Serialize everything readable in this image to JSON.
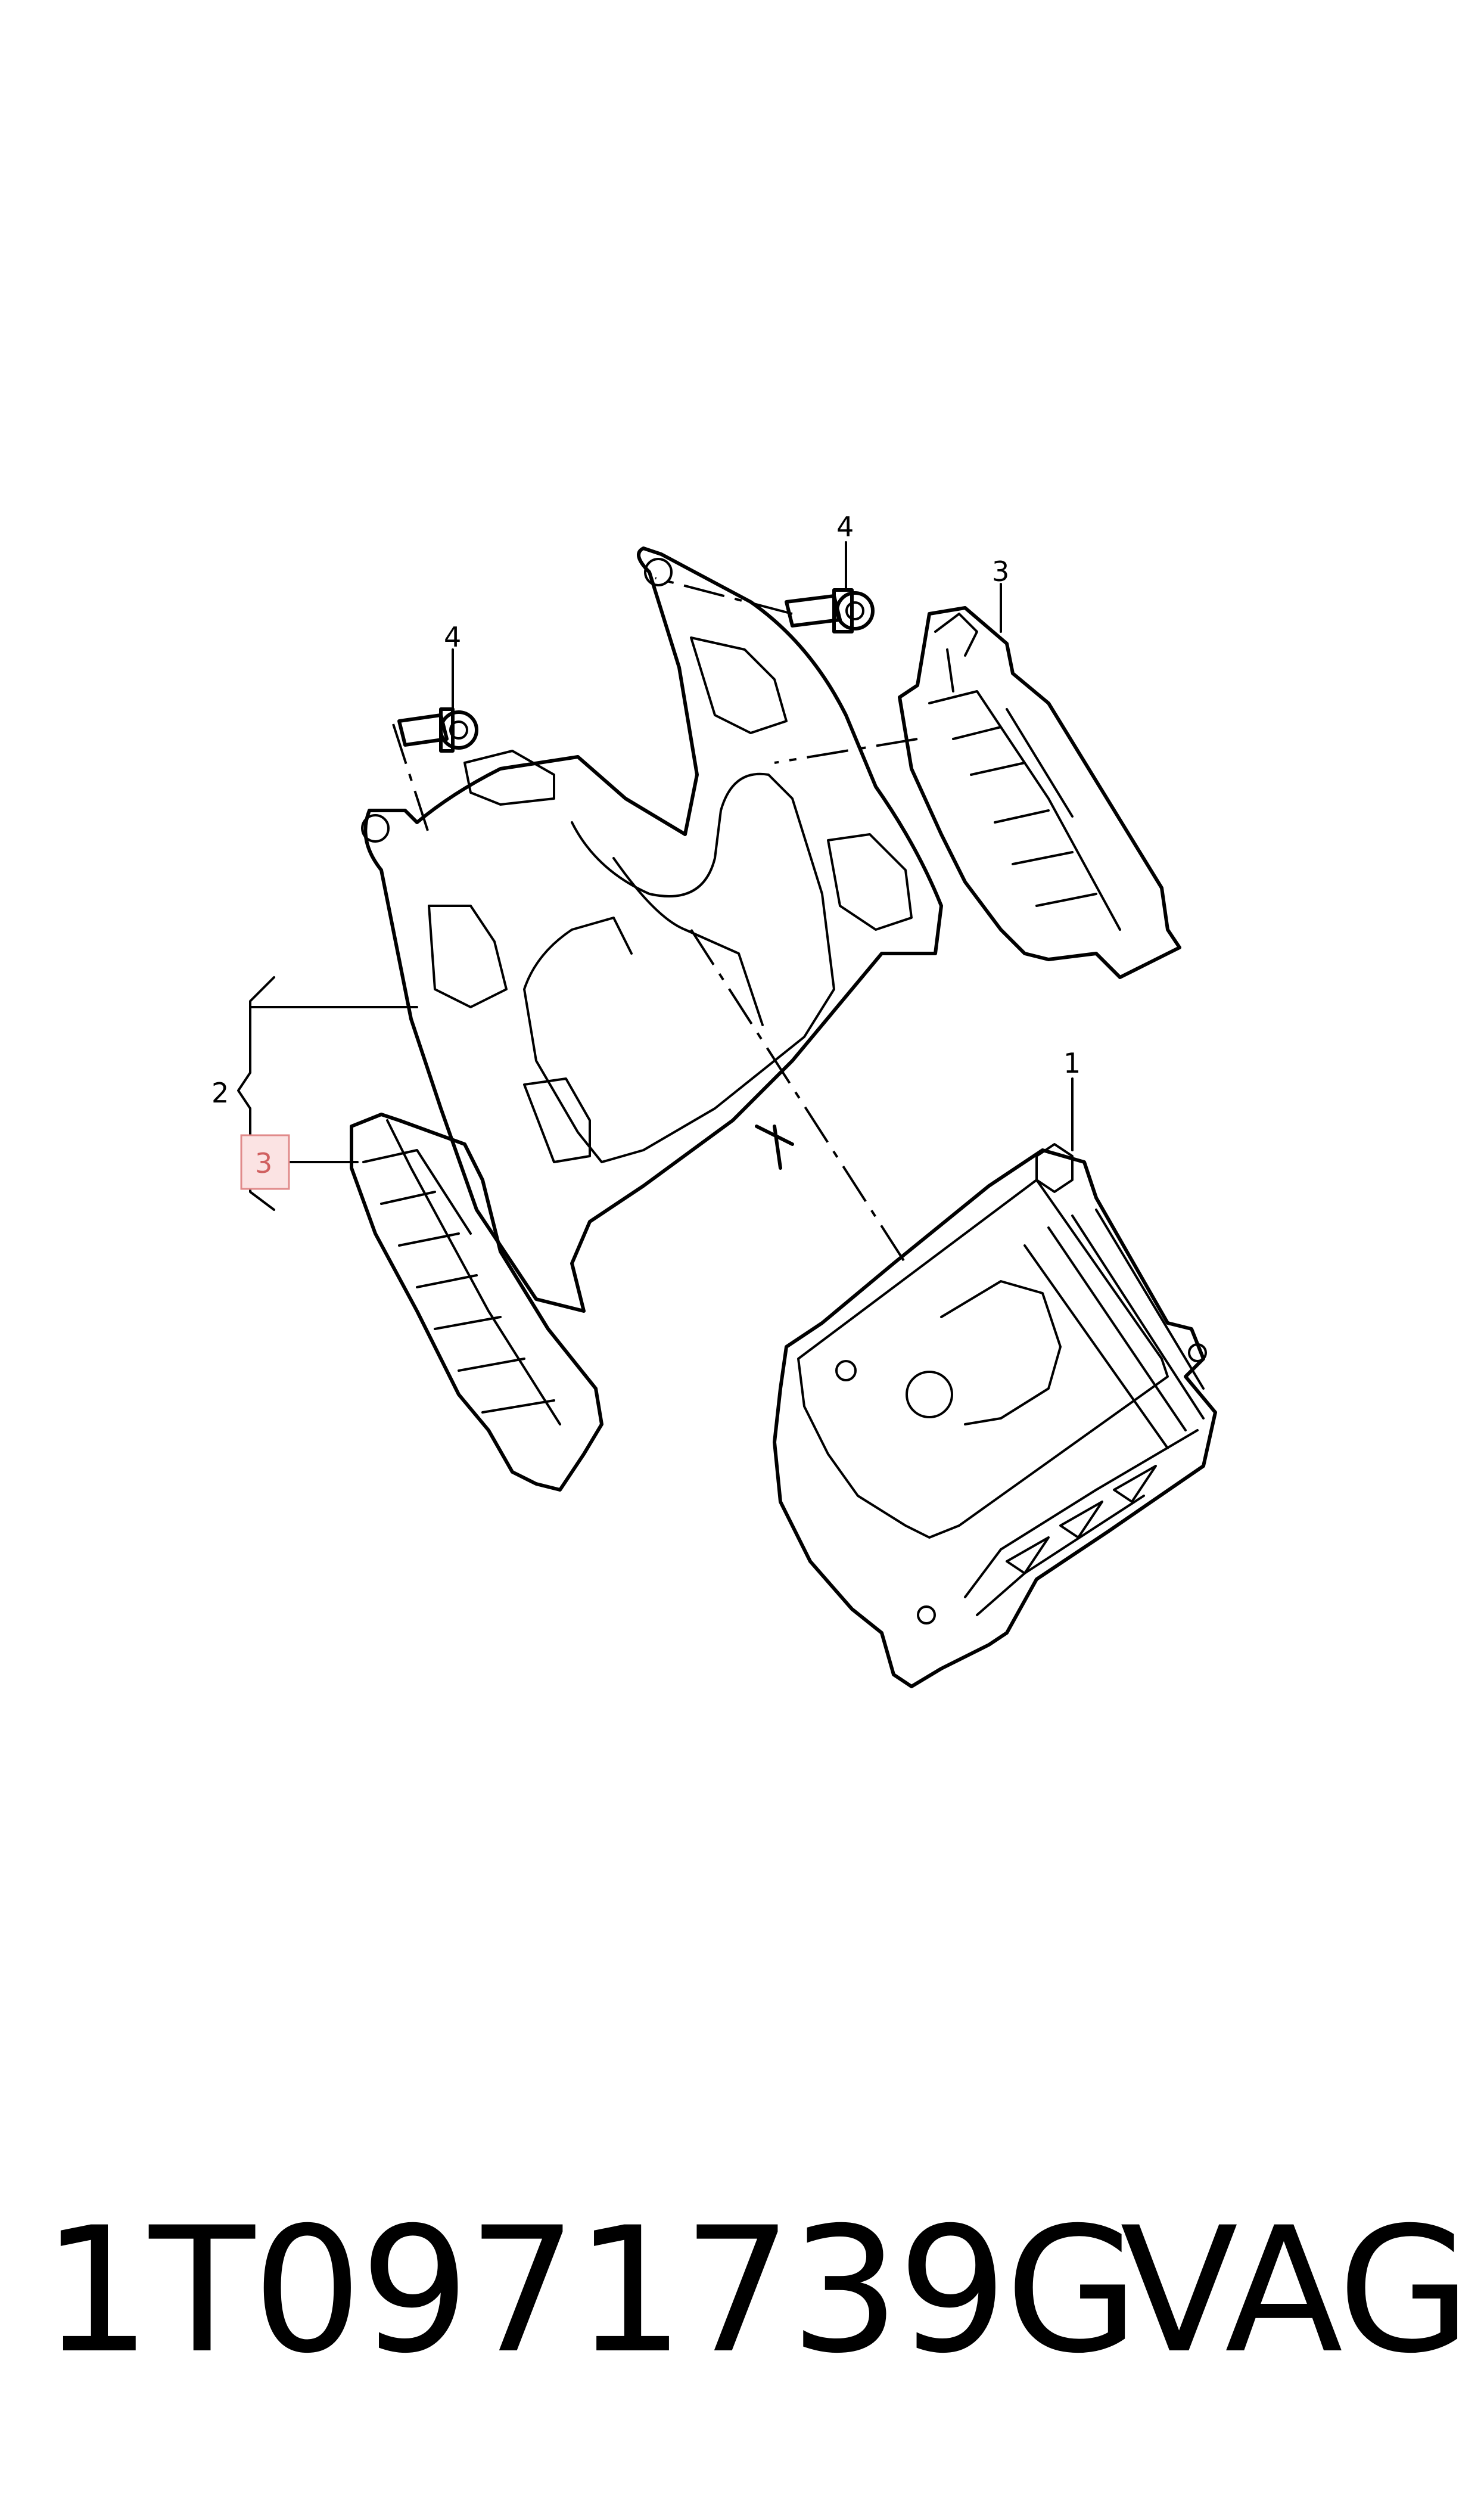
{
  "callouts": {
    "c1": "1",
    "c2": "2",
    "c3_top": "3",
    "c3_left": "3",
    "c4_top": "4",
    "c4_left": "4"
  },
  "footer": {
    "part_number": "1T0971739G",
    "brand": "VAG"
  },
  "colors": {
    "line": "#000000",
    "highlight_border": "#e08a8a",
    "highlight_fill": "#fbe3e3"
  }
}
